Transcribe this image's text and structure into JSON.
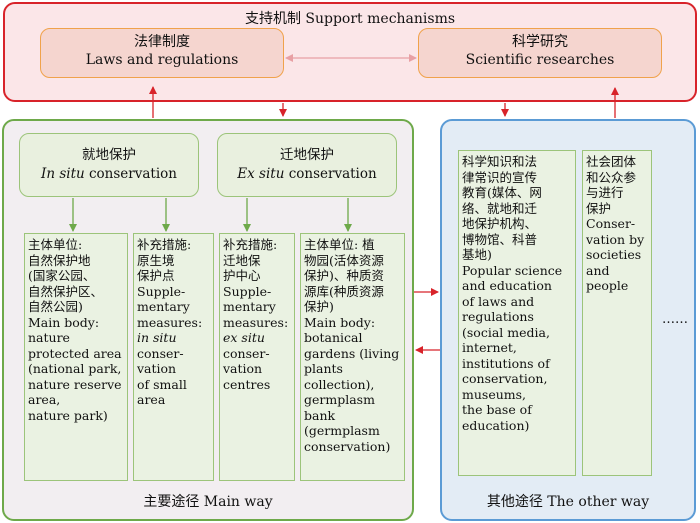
{
  "support": {
    "title": "支持机制 Support mechanisms",
    "laws_cn": "法律制度",
    "laws_en": "Laws and regulations",
    "sci_cn": "科学研究",
    "sci_en": "Scientific researches"
  },
  "main": {
    "label": "主要途径 Main way",
    "insitu_cn": "就地保护",
    "insitu_en_italic": "In situ",
    "insitu_en_rest": " conservation",
    "exsitu_cn": "迁地保护",
    "exsitu_en_italic": "Ex situ",
    "exsitu_en_rest": " conservation",
    "d1": "主体单位:\n自然保护地\n(国家公园、\n自然保护区、\n自然公园)\nMain body:\nnature\nprotected area\n(national park,\nnature reserve\narea,\nnature park)",
    "d2_a": "补充措施:\n原生境\n保护点\nSupple-\nmentary\nmeasures:\n",
    "d2_i": "in situ",
    "d2_b": "\nconser-\nvation\nof small\narea",
    "d3_a": "补充措施:\n迁地保\n护中心\nSupple-\nmentary\nmeasures:\n",
    "d3_i": "ex situ",
    "d3_b": "\nconser-\nvation\ncentres",
    "d4": "主体单位: 植\n物园(活体资源\n保护)、种质资\n源库(种质资源\n保护)\nMain body:\nbotanical\ngardens (living\nplants\ncollection),\ngermplasm\nbank\n(germplasm\nconservation)"
  },
  "other": {
    "label": "其他途径 The other way",
    "o1": "科学知识和法\n律常识的宣传\n教育(媒体、网\n络、就地和迁\n地保护机构、\n博物馆、科普\n基地)\nPopular science\nand education\nof laws and\nregulations\n(social media,\ninternet,\ninstitutions of\nconservation,\nmuseums,\nthe base of\neducation)",
    "o2": "社会团体\n和公众参\n与进行\n保护\nConser-\nvation by\nsocieties\nand\npeople",
    "dots": "……"
  },
  "colors": {
    "support_border": "#d8232a",
    "main_border": "#6ea94a",
    "other_border": "#5b9bd5",
    "arrow_red": "#d8232a",
    "arrow_green": "#6ea94a"
  }
}
